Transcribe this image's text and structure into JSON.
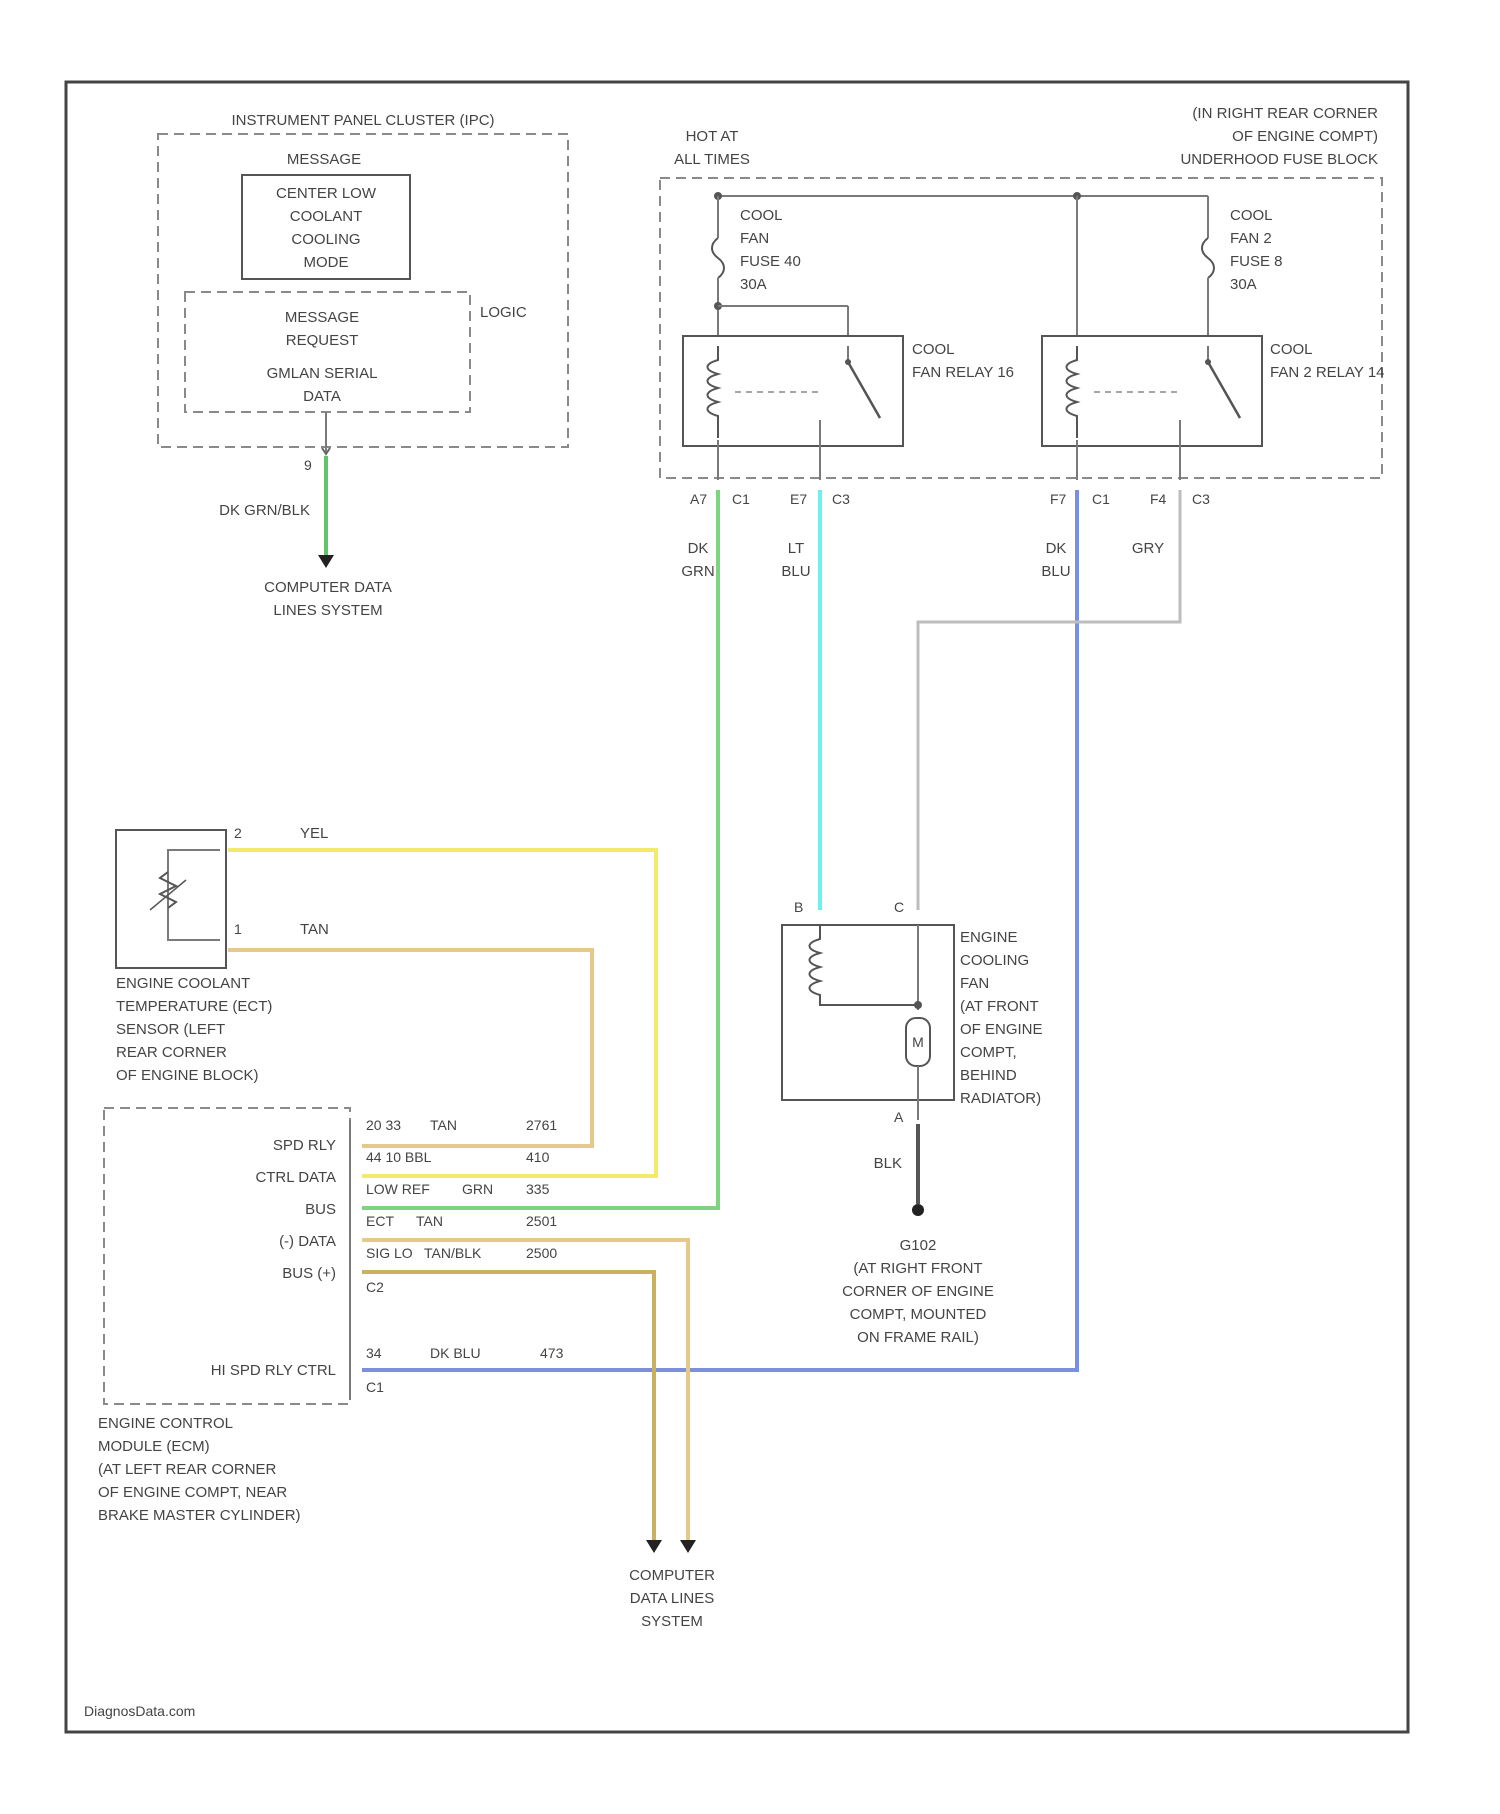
{
  "ipc": {
    "title": "INSTRUMENT PANEL CLUSTER (IPC)",
    "message_header": "MESSAGE",
    "message_lines": [
      "CENTER LOW",
      "COOLANT",
      "COOLING",
      "MODE"
    ],
    "logic": "LOGIC",
    "request_lines": [
      "MESSAGE",
      "REQUEST"
    ],
    "serial_lines": [
      "GMLAN SERIAL",
      "DATA"
    ],
    "pin": "9",
    "wire": "DK GRN/BLK",
    "dest_lines": [
      "COMPUTER DATA",
      "LINES SYSTEM"
    ]
  },
  "fuse_block": {
    "title_lines": [
      "(IN RIGHT REAR CORNER",
      "OF ENGINE COMPT)",
      "UNDERHOOD FUSE BLOCK"
    ],
    "hot_lines": [
      "HOT AT",
      "ALL TIMES"
    ],
    "fuse1_lines": [
      "COOL",
      "FAN",
      "FUSE 40",
      "30A"
    ],
    "fuse2_lines": [
      "COOL",
      "FAN 2",
      "FUSE 8",
      "30A"
    ],
    "relay1_lines": [
      "COOL",
      "FAN RELAY 16"
    ],
    "relay2_lines": [
      "COOL",
      "FAN 2 RELAY 14"
    ],
    "pins": [
      "A7",
      "C1",
      "E7",
      "C3",
      "F7",
      "C1",
      "F4",
      "C3"
    ]
  },
  "wires_top": {
    "w1": [
      "DK",
      "GRN"
    ],
    "w2": [
      "LT",
      "BLU"
    ],
    "w3": [
      "DK",
      "BLU"
    ],
    "w4": "GRY"
  },
  "ect": {
    "pin2": "2",
    "pin1": "1",
    "wire2": "YEL",
    "wire1": "TAN",
    "name_lines": [
      "ENGINE COOLANT",
      "TEMPERATURE (ECT)",
      "SENSOR (LEFT",
      "REAR CORNER",
      "OF ENGINE BLOCK)"
    ]
  },
  "fan": {
    "pinB": "B",
    "pinC": "C",
    "pinA": "A",
    "motor": "M",
    "name_lines": [
      "ENGINE",
      "COOLING",
      "FAN",
      "(AT FRONT",
      "OF ENGINE",
      "COMPT,",
      "BEHIND",
      "RADIATOR)"
    ],
    "wire": "BLK",
    "ground": "G102",
    "ground_lines": [
      "(AT RIGHT FRONT",
      "CORNER OF ENGINE",
      "COMPT, MOUNTED",
      "ON FRAME RAIL)"
    ]
  },
  "ecm": {
    "left_labels": [
      "SPD RLY",
      "CTRL DATA",
      "BUS",
      "(-) DATA",
      "BUS (+)",
      "HI SPD RLY CTRL"
    ],
    "rows": [
      {
        "pin": "20 33",
        "wire": "TAN",
        "circuit": "2761"
      },
      {
        "pin": "44 10 BBL",
        "wire": "",
        "circuit": "410"
      },
      {
        "pin": "LOW REF",
        "wire": "GRN",
        "circuit": "335"
      },
      {
        "pin": "ECT",
        "wire": "TAN",
        "circuit": "2501"
      },
      {
        "pin": "SIG LO",
        "wire": "TAN/BLK",
        "circuit": "2500"
      }
    ],
    "c2": "C2",
    "hi_row": {
      "pin": "34",
      "wire": "DK BLU",
      "circuit": "473"
    },
    "c1": "C1",
    "name_lines": [
      "ENGINE CONTROL",
      "MODULE (ECM)",
      "(AT LEFT REAR CORNER",
      "OF ENGINE COMPT, NEAR",
      "BRAKE MASTER CYLINDER)"
    ]
  },
  "bottom_dest_lines": [
    "COMPUTER",
    "DATA LINES",
    "SYSTEM"
  ],
  "footer": "DiagnosData.com",
  "colors": {
    "dk_grn_blk": "#5fc46a",
    "dk_grn": "#7ed37e",
    "lt_blu": "#6ff0ea",
    "dk_blu": "#7b8fdc",
    "gry": "#bdbdbd",
    "yel": "#f3ea6b",
    "tan": "#e6c98a",
    "tan_dark": "#c9b062",
    "blk": "#555555"
  }
}
